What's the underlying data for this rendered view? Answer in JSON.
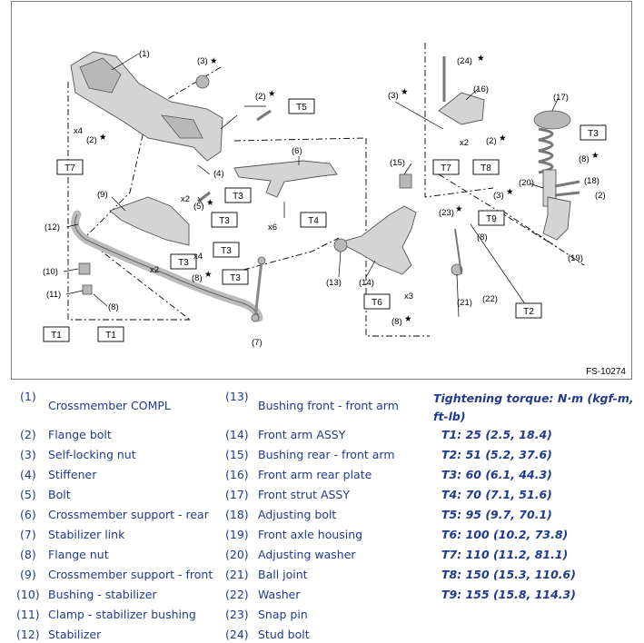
{
  "figure": {
    "id": "FS-10274",
    "callouts": [
      "(1)",
      "(2)",
      "(3)",
      "(4)",
      "(5)",
      "(6)",
      "(7)",
      "(8)",
      "(9)",
      "(10)",
      "(11)",
      "(12)",
      "(13)",
      "(14)",
      "(15)",
      "(16)",
      "(17)",
      "(18)",
      "(19)",
      "(20)",
      "(21)",
      "(22)",
      "(23)",
      "(24)"
    ],
    "torque_boxes": [
      "T1",
      "T2",
      "T3",
      "T4",
      "T5",
      "T6",
      "T7",
      "T8",
      "T9"
    ],
    "multipliers": [
      "x2",
      "x3",
      "x4",
      "x6"
    ],
    "star": "★"
  },
  "legend": {
    "left": [
      {
        "num": "(1)",
        "name": "Crossmember COMPL"
      },
      {
        "num": "(2)",
        "name": "Flange bolt"
      },
      {
        "num": "(3)",
        "name": "Self-locking nut"
      },
      {
        "num": "(4)",
        "name": "Stiffener"
      },
      {
        "num": "(5)",
        "name": "Bolt"
      },
      {
        "num": "(6)",
        "name": "Crossmember support - rear"
      },
      {
        "num": "(7)",
        "name": "Stabilizer link"
      },
      {
        "num": "(8)",
        "name": "Flange nut"
      },
      {
        "num": "(9)",
        "name": "Crossmember support - front"
      },
      {
        "num": "(10)",
        "name": "Bushing - stabilizer"
      },
      {
        "num": "(11)",
        "name": "Clamp - stabilizer bushing"
      },
      {
        "num": "(12)",
        "name": "Stabilizer"
      }
    ],
    "middle": [
      {
        "num": "(13)",
        "name": "Bushing front - front arm"
      },
      {
        "num": "(14)",
        "name": "Front arm ASSY"
      },
      {
        "num": "(15)",
        "name": "Bushing rear - front arm"
      },
      {
        "num": "(16)",
        "name": "Front arm rear plate"
      },
      {
        "num": "(17)",
        "name": "Front strut ASSY"
      },
      {
        "num": "(18)",
        "name": "Adjusting bolt"
      },
      {
        "num": "(19)",
        "name": "Front axle housing"
      },
      {
        "num": "(20)",
        "name": "Adjusting washer"
      },
      {
        "num": "(21)",
        "name": "Ball joint"
      },
      {
        "num": "(22)",
        "name": "Washer"
      },
      {
        "num": "(23)",
        "name": "Snap pin"
      },
      {
        "num": "(24)",
        "name": "Stud bolt"
      }
    ],
    "torque_heading": "Tightening torque: N·m (kgf-m, ft-lb)",
    "torque": [
      {
        "key": "T1:",
        "value": "25 (2.5, 18.4)"
      },
      {
        "key": "T2:",
        "value": "51 (5.2, 37.6)"
      },
      {
        "key": "T3:",
        "value": "60 (6.1, 44.3)"
      },
      {
        "key": "T4:",
        "value": "70 (7.1, 51.6)"
      },
      {
        "key": "T5:",
        "value": "95 (9.7, 70.1)"
      },
      {
        "key": "T6:",
        "value": "100 (10.2, 73.8)"
      },
      {
        "key": "T7:",
        "value": "110 (11.2, 81.1)"
      },
      {
        "key": "T8:",
        "value": "150 (15.3, 110.6)"
      },
      {
        "key": "T9:",
        "value": "155 (15.8, 114.3)"
      }
    ]
  }
}
